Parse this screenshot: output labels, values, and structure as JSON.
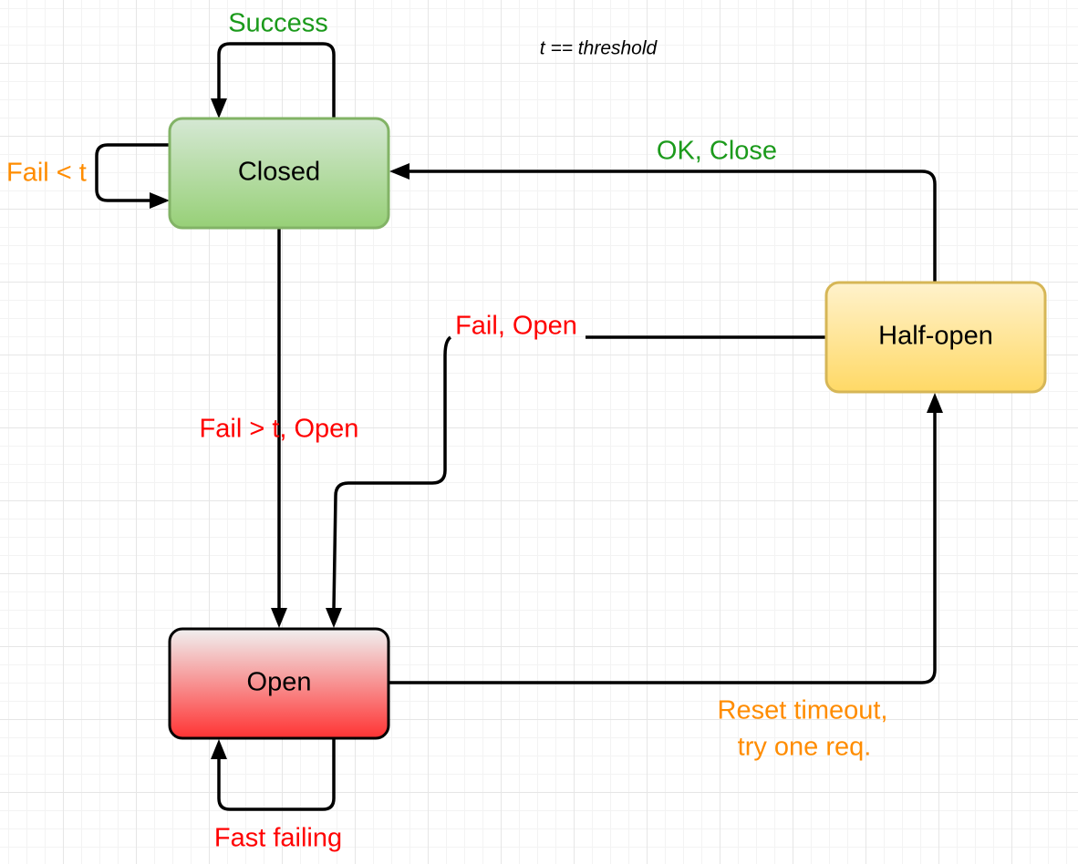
{
  "note": {
    "text": "t == threshold"
  },
  "states": {
    "closed": {
      "label": "Closed"
    },
    "open": {
      "label": "Open"
    },
    "half_open": {
      "label": "Half-open"
    }
  },
  "transitions": {
    "success": {
      "label": "Success",
      "color": "#1b9a1b"
    },
    "fail_below_threshold": {
      "label": "Fail < t",
      "color": "#ff8c00"
    },
    "fail_above_threshold": {
      "label": "Fail > t, Open",
      "color": "#ff0000"
    },
    "fail_open": {
      "label": "Fail, Open",
      "color": "#ff0000"
    },
    "ok_close": {
      "label": "OK, Close",
      "color": "#1b9a1b"
    },
    "reset_timeout": {
      "line1": "Reset timeout,",
      "line2": "try one req.",
      "color": "#ff8c00"
    },
    "fast_failing": {
      "label": "Fast failing",
      "color": "#ff0000"
    }
  },
  "colors": {
    "closed_fill_top": "#d5e8d4",
    "closed_fill_bottom": "#97d077",
    "closed_stroke": "#82b366",
    "open_fill_top": "#f0f0f0",
    "open_fill_bottom": "#ff3333",
    "open_stroke": "#000000",
    "half_open_fill_top": "#fff2cc",
    "half_open_fill_bottom": "#ffd966",
    "half_open_stroke": "#d6b656"
  }
}
